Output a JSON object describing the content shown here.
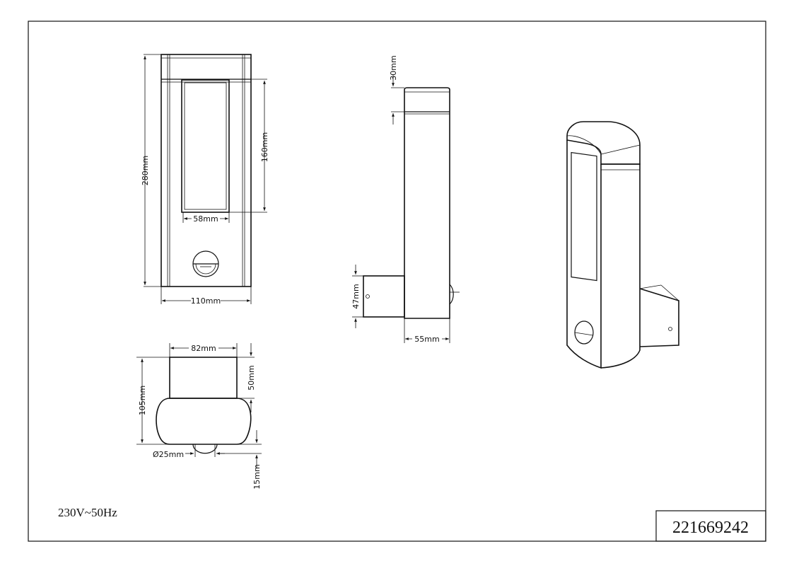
{
  "dimensions": {
    "height_total": "280mm",
    "window_height": "160mm",
    "window_width": "58mm",
    "width_total": "110mm",
    "top_depth": "82mm",
    "depth_total": "105mm",
    "cap_height": "50mm",
    "sensor_diameter": "Ø25mm",
    "sensor_protrusion": "15mm",
    "top_cap": "30mm",
    "bracket_height": "47mm",
    "side_depth": "55mm"
  },
  "voltage": "230V~50Hz",
  "article_number": "221669242"
}
